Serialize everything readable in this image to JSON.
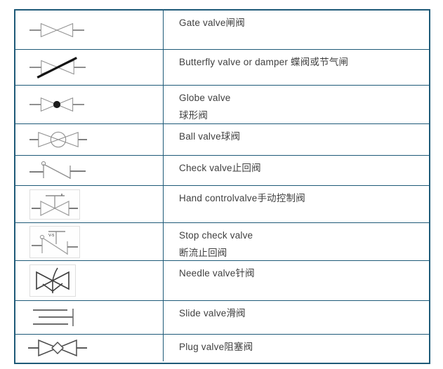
{
  "page": {
    "background": "#ffffff"
  },
  "table": {
    "border_color": "#1e5a78",
    "text_color": "#3f3f3f",
    "columns": [
      "symbol",
      "name"
    ],
    "rows": [
      {
        "symbol": "gate-valve-icon",
        "lines": [
          "Gate valve闸阀"
        ]
      },
      {
        "symbol": "butterfly-valve-icon",
        "lines": [
          "Butterfly valve or damper 蝶阀或节气闸"
        ]
      },
      {
        "symbol": "globe-valve-icon",
        "lines": [
          "Globe valve",
          "球形阀"
        ]
      },
      {
        "symbol": "ball-valve-icon",
        "lines": [
          "Ball valve球阀"
        ]
      },
      {
        "symbol": "check-valve-icon",
        "lines": [
          "Check valve止回阀"
        ]
      },
      {
        "symbol": "hand-control-valve-icon",
        "lines": [
          "Hand controlvalve手动控制阀"
        ]
      },
      {
        "symbol": "stop-check-valve-icon",
        "lines": [
          "Stop check valve",
          "断流止回阀"
        ],
        "tag": "V-5"
      },
      {
        "symbol": "needle-valve-icon",
        "lines": [
          "Needle valve针阀"
        ]
      },
      {
        "symbol": "slide-valve-icon",
        "lines": [
          "Slide valve滑阀"
        ]
      },
      {
        "symbol": "plug-valve-icon",
        "lines": [
          "Plug valve阻塞阀"
        ]
      }
    ]
  }
}
